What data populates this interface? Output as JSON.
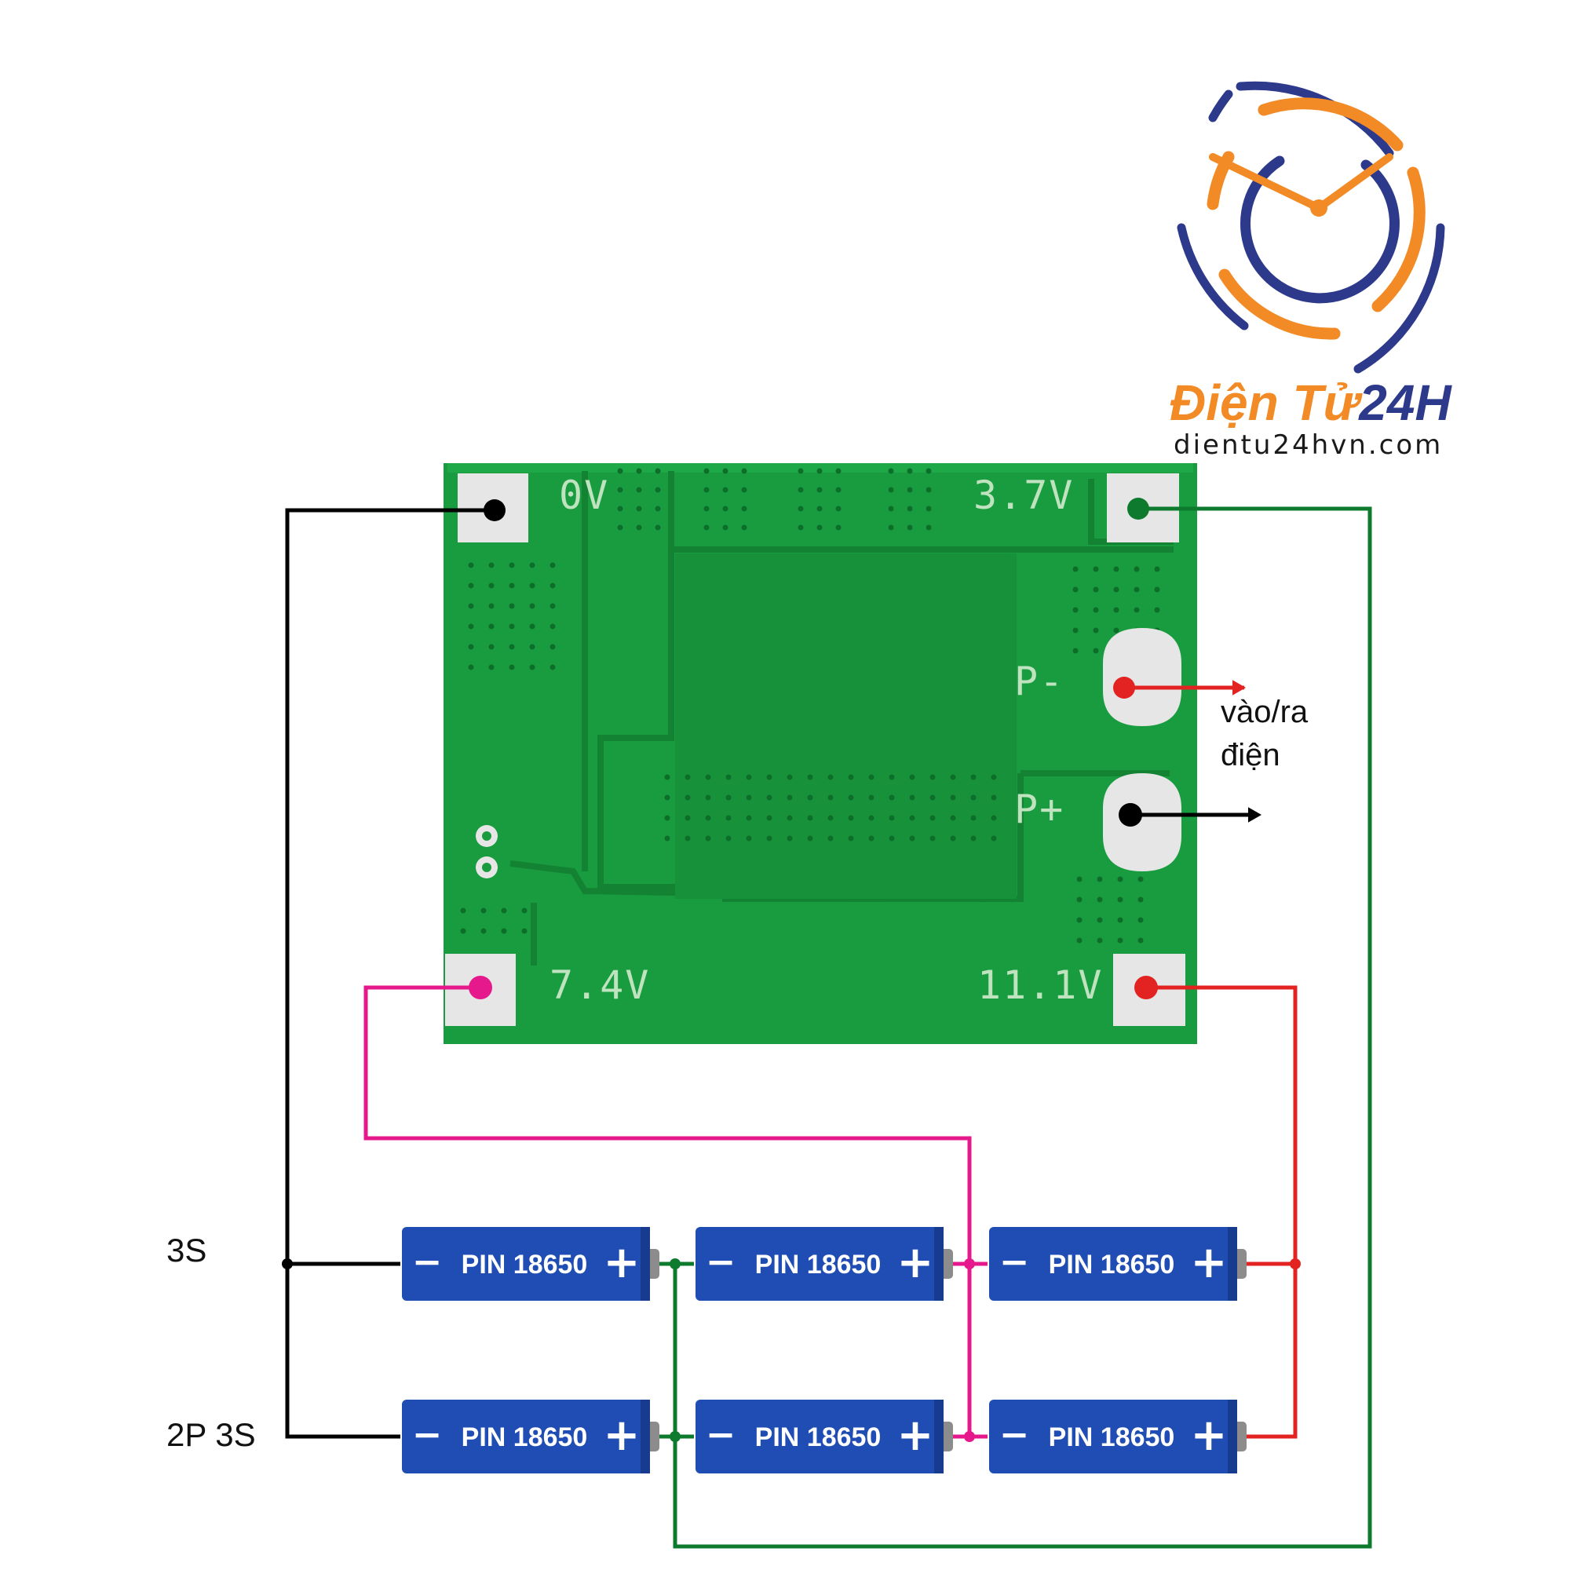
{
  "colors": {
    "pcb_green": "#199c3f",
    "pcb_dark": "#138233",
    "wire_black": "#000000",
    "wire_green": "#0e7a2e",
    "wire_pink": "#e6198c",
    "wire_red": "#e32222",
    "battery_blue": "#1f4db3",
    "logo_orange": "#f28a25",
    "logo_navy": "#2d3a8c"
  },
  "logo": {
    "icon": "clock-logo-icon",
    "brand_part1": "Điện Tử",
    "brand_part2": "24H",
    "website": "dientu24hvn.com"
  },
  "board": {
    "pads": {
      "0v": "0V",
      "3v7": "3.7V",
      "7v4": "7.4V",
      "11v1": "11.1V",
      "p_minus": "P-",
      "p_plus": "P+"
    }
  },
  "annotation": {
    "io_line1": "vào/ra",
    "io_line2": "điện"
  },
  "config_labels": {
    "row1": "3S",
    "row2": "2P 3S"
  },
  "batteries": {
    "label": "PIN 18650",
    "minus": "−",
    "plus": "+",
    "rows": 2,
    "per_row": 3
  }
}
